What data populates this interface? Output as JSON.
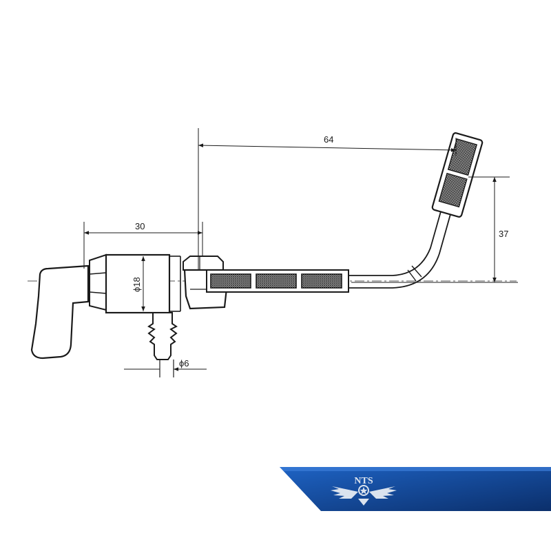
{
  "dimensions": {
    "d64": "64",
    "d30": "30",
    "d37": "37",
    "dia18": "ϕ18",
    "dia6": "ϕ6"
  },
  "logo": {
    "text": "NTS",
    "colors": {
      "banner_dark": "#0b2f6b",
      "banner_light": "#1e63c4",
      "emblem": "#dbe3ee"
    }
  }
}
